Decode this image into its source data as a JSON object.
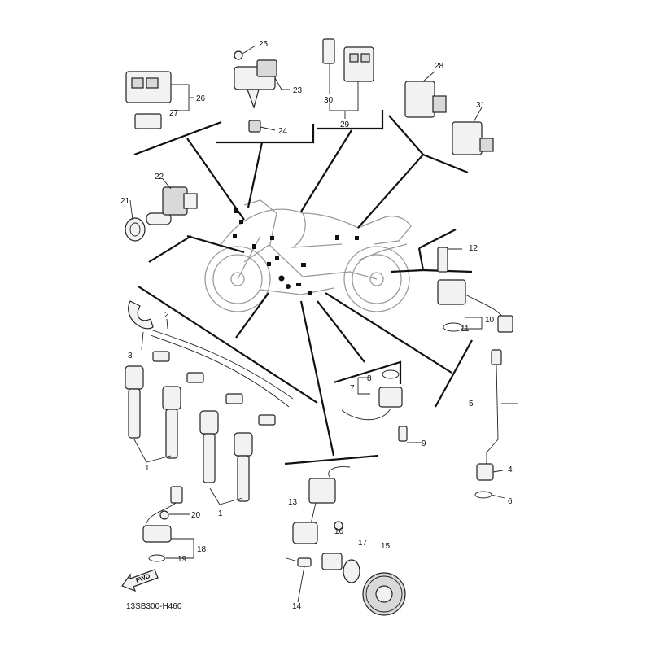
{
  "diagram_code": "13SB300-H460",
  "direction_label": "FWD",
  "part_labels": [
    "1",
    "1",
    "2",
    "3",
    "4",
    "5",
    "6",
    "7",
    "8",
    "9",
    "10",
    "11",
    "12",
    "13",
    "14",
    "15",
    "16",
    "17",
    "18",
    "19",
    "20",
    "21",
    "22",
    "23",
    "24",
    "25",
    "26",
    "27",
    "28",
    "29",
    "30",
    "31"
  ]
}
